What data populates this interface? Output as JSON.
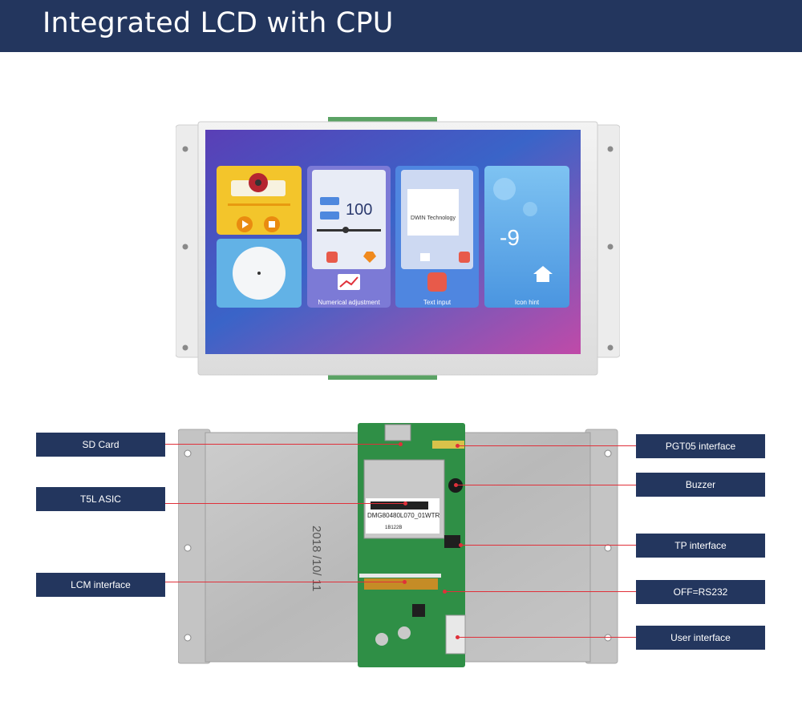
{
  "header": {
    "title": "Integrated LCD with CPU"
  },
  "screen": {
    "value_display": "100",
    "temperature": "-9",
    "dwin_label": "DWIN Technology",
    "tile_labels": [
      "Numerical adjustment",
      "Text input",
      "Icon hint"
    ]
  },
  "board": {
    "chip_text": "DMG80480L070_01WTR",
    "chip_code": "1B122B",
    "date_stamp": "2018 /10/ 11"
  },
  "labels": {
    "left": [
      "SD Card",
      "T5L ASIC",
      "LCM interface"
    ],
    "right": [
      "PGT05 interface",
      "Buzzer",
      "TP interface",
      "OFF=RS232",
      "User interface"
    ]
  },
  "colors": {
    "header_bg": "#23365e",
    "label_bg": "#23365e",
    "leader_line": "#e0303a"
  }
}
